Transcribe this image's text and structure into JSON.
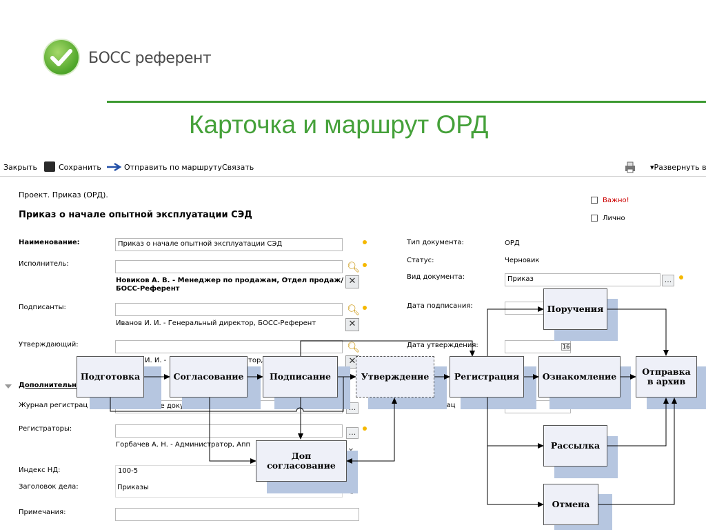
{
  "brand": {
    "name": "БОСС референт",
    "check_icon": "check-icon"
  },
  "slide_title": "Карточка и маршрут ОРД",
  "toolbar": {
    "close": "Закрыть",
    "save": "Сохранить",
    "send_route": "Отправить по маршруту",
    "link": "Связать",
    "expand": "▾Развернуть в"
  },
  "doc": {
    "header": "Проект. Приказ (ОРД).",
    "title": "Приказ о начале опытной эксплуатации СЭД",
    "important": "Важно!",
    "personal": "Лично"
  },
  "left_fields": {
    "name_label": "Наименование:",
    "name_value": "Приказ о начале опытной эксплуатации СЭД",
    "executor_label": "Исполнитель:",
    "executor_value": "Новиков А. В. - Менеджер по продажам, Отдел продаж/БОСС-Референт",
    "signers_label": "Подписанты:",
    "signers_value": "Иванов И. И. - Генеральный директор, БОСС-Референт",
    "approver_label": "Утверждающий:",
    "approver_value_a": "И. И. -",
    "approver_value_b": "тор,",
    "additional_label": "Дополнительн",
    "journal_label": "Журнал регистрац",
    "journal_value": "ие доку",
    "registrars_label": "Регистраторы:",
    "registrars_value": "Горбачев А. Н. - Администратор, Апп",
    "index_label": "Индекс НД:",
    "index_value": "100-5",
    "case_label": "Заголовок дела:",
    "case_value": "Приказы",
    "notes_label": "Примечания:"
  },
  "right_fields": {
    "type_label": "Тип документа:",
    "type_value": "ОРД",
    "status_label": "Статус:",
    "status_value": "Черновик",
    "kind_label": "Вид документа:",
    "kind_value": "Приказ",
    "sign_date_label": "Дата подписания:",
    "approve_date_label": "Дата утверждения:",
    "approve_date_cal": "16",
    "reg_label": "страц",
    "ellipsis": "..."
  },
  "flow": {
    "prep": "Подготовка",
    "agree": "Согласование",
    "sign": "Подписание",
    "approve": "Утверждение",
    "register": "Регистрация",
    "familiar": "Ознакомление",
    "archive": "Отправка\nв архив",
    "orders": "Поручения",
    "mailing": "Рассылка",
    "cancel": "Отмена",
    "extra_agree": "Доп\nсогласование"
  }
}
